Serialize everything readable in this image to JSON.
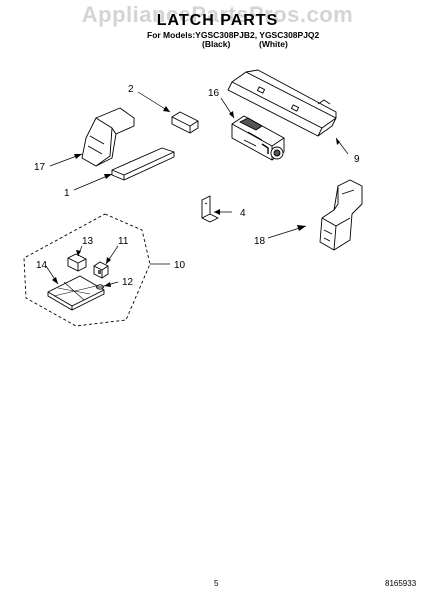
{
  "watermark": "AppliancePartsPros.com",
  "header": {
    "title": "LATCH PARTS",
    "models_line": "For Models:YGSC308PJB2, YGSC308PJQ2",
    "variant_black": "(Black)",
    "variant_white": "(White)"
  },
  "callouts": {
    "c1": "1",
    "c2": "2",
    "c4": "4",
    "c9": "9",
    "c10": "10",
    "c11": "11",
    "c12": "12",
    "c13": "13",
    "c14": "14",
    "c16": "16",
    "c17": "17",
    "c18": "18"
  },
  "footer": {
    "page_number": "5",
    "document_number": "8165933"
  }
}
